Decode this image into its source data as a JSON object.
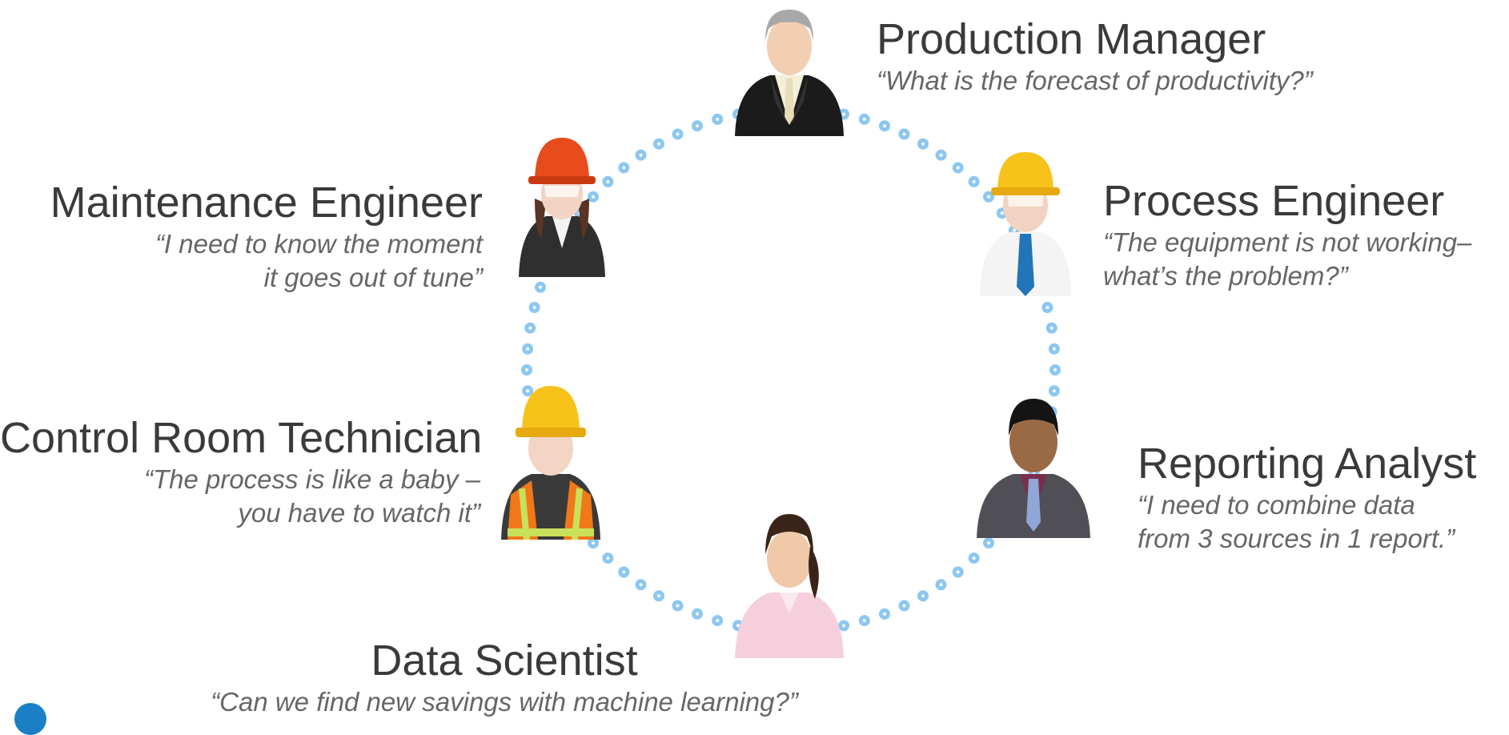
{
  "roles": {
    "production_manager": {
      "name": "Production Manager",
      "quote": "“What is the forecast of productivity?”"
    },
    "process_engineer": {
      "name": "Process Engineer",
      "quote_line1": "“The equipment is not working–",
      "quote_line2": "what’s the problem?”"
    },
    "reporting_analyst": {
      "name": "Reporting Analyst",
      "quote_line1": "“I need to combine data",
      "quote_line2": "from 3 sources in 1 report.”"
    },
    "data_scientist": {
      "name": "Data Scientist",
      "quote": "“Can we find new savings with machine learning?”"
    },
    "control_room_technician": {
      "name": "Control Room Technician",
      "quote_line1": "“The process is like a baby –",
      "quote_line2": "you have to watch it”"
    },
    "maintenance_engineer": {
      "name": "Maintenance Engineer",
      "quote_line1": "“I need to know the moment",
      "quote_line2": "it goes out of tune”"
    }
  },
  "colors": {
    "ring_dot": "#8cc7f2",
    "name_text": "#3a3a3a",
    "quote_text": "#666666",
    "hard_hat_yellow": "#f7c21a",
    "hard_hat_red": "#e84b1c",
    "logo_blue": "#1a7fc4"
  },
  "icons": {
    "production_manager": "manager-avatar-icon",
    "process_engineer": "engineer-hardhat-avatar-icon",
    "reporting_analyst": "analyst-avatar-icon",
    "data_scientist": "scientist-avatar-icon",
    "control_room_technician": "technician-vest-avatar-icon",
    "maintenance_engineer": "maintenance-hardhat-avatar-icon"
  }
}
